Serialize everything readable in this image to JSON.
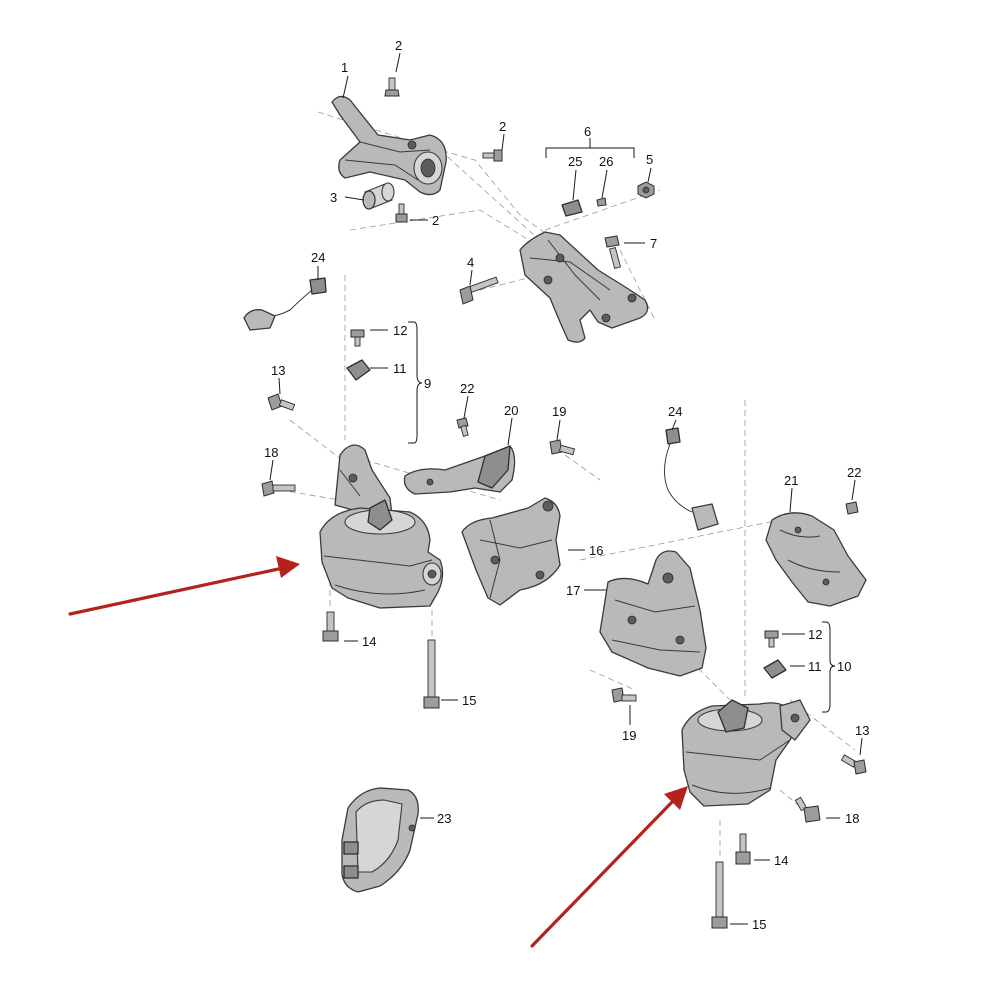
{
  "labels": {
    "l1": "1",
    "l2a": "2",
    "l2b": "2",
    "l2c": "2",
    "l3": "3",
    "l4": "4",
    "l5": "5",
    "l6": "6",
    "l7": "7",
    "l9": "9",
    "l10": "10",
    "l11a": "11",
    "l11b": "11",
    "l12a": "12",
    "l12b": "12",
    "l13a": "13",
    "l13b": "13",
    "l14a": "14",
    "l14b": "14",
    "l15a": "15",
    "l15b": "15",
    "l16": "16",
    "l17": "17",
    "l18a": "18",
    "l18b": "18",
    "l19a": "19",
    "l19b": "19",
    "l20": "20",
    "l21": "21",
    "l22a": "22",
    "l22b": "22",
    "l23": "23",
    "l24a": "24",
    "l24b": "24",
    "l25": "25",
    "l26": "26"
  },
  "colors": {
    "arrow": "#b3231c",
    "part": "#b9b9b9",
    "outline": "#3a3a3a"
  }
}
